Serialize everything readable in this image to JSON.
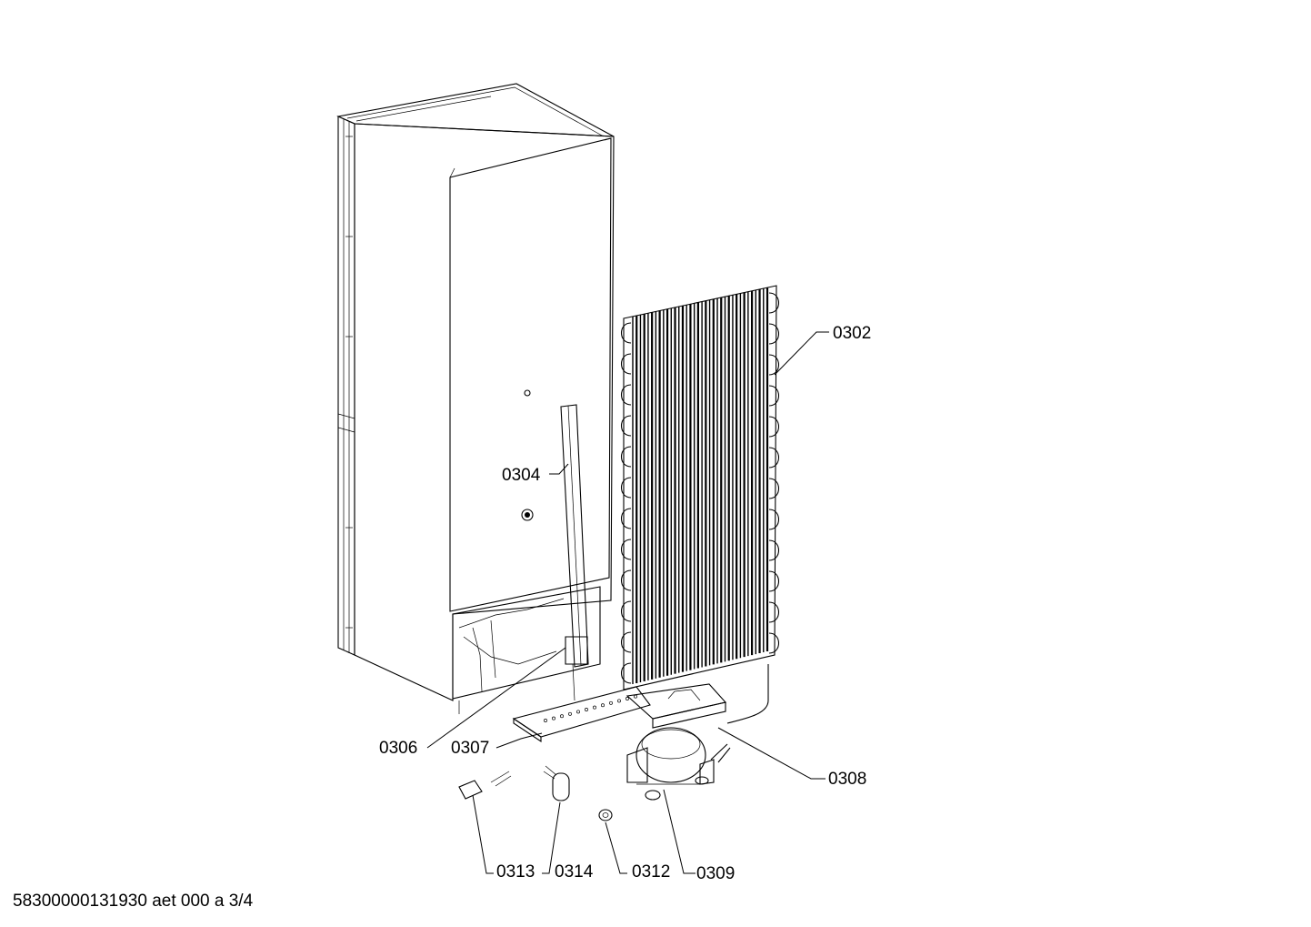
{
  "labels": {
    "p0302": "0302",
    "p0304": "0304",
    "p0306": "0306",
    "p0307": "0307",
    "p0308": "0308",
    "p0309": "0309",
    "p0312": "0312",
    "p0313": "0313",
    "p0314": "0314"
  },
  "footer": "58300000131930 aet 000 a 3/4",
  "colors": {
    "line": "#000000",
    "background": "#ffffff"
  }
}
